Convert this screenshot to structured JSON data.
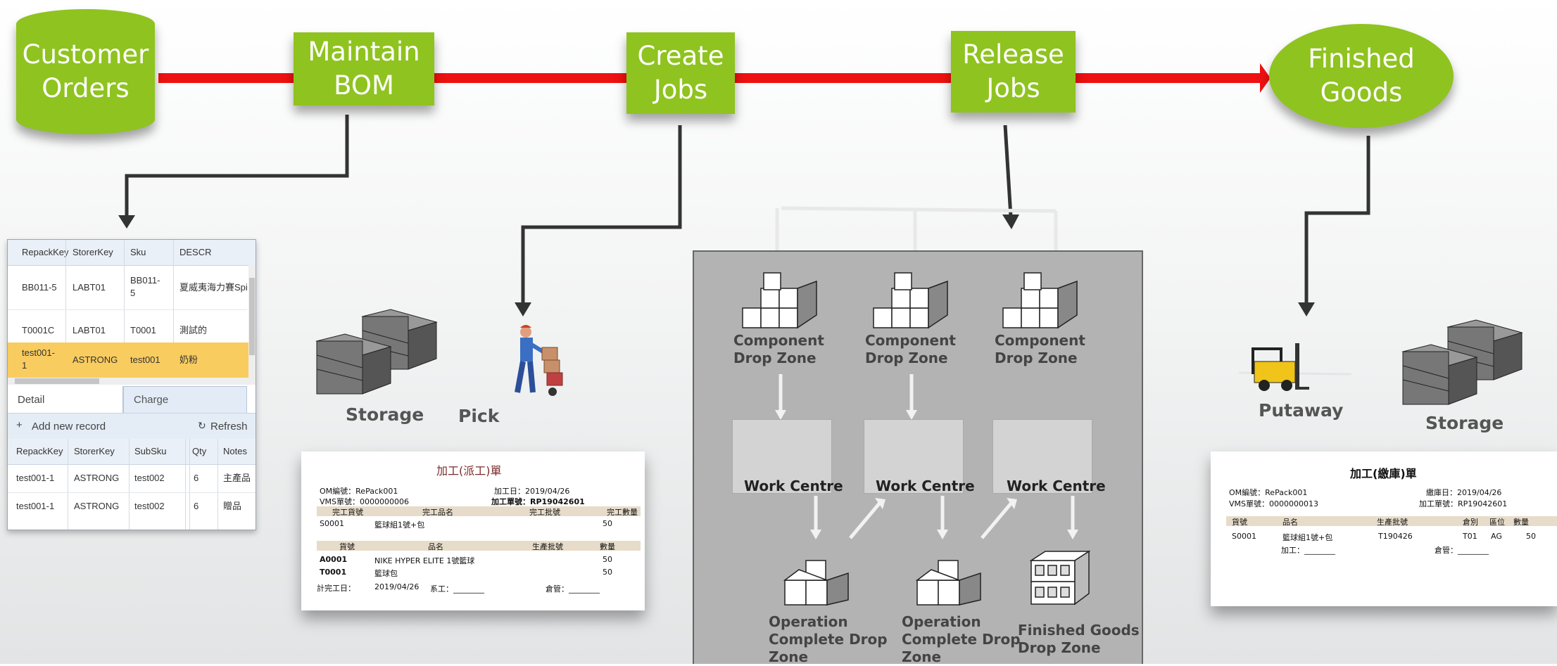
{
  "flow": {
    "customer_orders": "Customer\nOrders",
    "maintain_bom": "Maintain\nBOM",
    "create_jobs": "Create\nJobs",
    "release_jobs": "Release\nJobs",
    "finished_goods": "Finished\nGoods"
  },
  "labels": {
    "storage_left": "Storage",
    "pick": "Pick",
    "putaway": "Putaway",
    "storage_right": "Storage"
  },
  "zones": {
    "component": [
      "Component\nDrop Zone",
      "Component\nDrop Zone",
      "Component\nDrop Zone"
    ],
    "work_centre": [
      "Work Centre",
      "Work Centre",
      "Work Centre"
    ],
    "operation": [
      "Operation\nComplete Drop\nZone",
      "Operation\nComplete Drop\nZone"
    ],
    "finished": "Finished Goods\nDrop Zone"
  },
  "grid": {
    "top_headers": [
      "RepackKey",
      "StorerKey",
      "Sku",
      "DESCR"
    ],
    "top_rows": [
      [
        "BB011-5",
        "LABT01",
        "BB011-\n5",
        "夏威夷海力賽Spi"
      ],
      [
        "T0001C",
        "LABT01",
        "T0001",
        "測試的"
      ],
      [
        "test001-\n1",
        "ASTRONG",
        "test001",
        "奶粉"
      ]
    ],
    "tabs": [
      "Detail",
      "Charge"
    ],
    "add_label": "Add new record",
    "refresh_label": "Refresh",
    "bottom_headers": [
      "RepackKey",
      "StorerKey",
      "SubSku",
      "Qty",
      "Notes"
    ],
    "bottom_rows": [
      [
        "test001-1",
        "ASTRONG",
        "test002",
        "6",
        "主產品"
      ],
      [
        "test001-1",
        "ASTRONG",
        "test002",
        "6",
        "贈品"
      ]
    ]
  },
  "form_left": {
    "title": "加工(派工)單",
    "bom_no_label": "OM編號：",
    "bom_no": "RePack001",
    "wms_no_label": "VMS單號：",
    "wms_no": "0000000006",
    "date_label": "加工日：",
    "date": "2019/04/26",
    "job_no_label": "加工單號：",
    "job_no": "RP19042601",
    "h1": [
      "完工貨號",
      "完工品名",
      "完工批號",
      "完工數量"
    ],
    "r1": [
      "S0001",
      "籃球組1號+包",
      "",
      "50"
    ],
    "h2": [
      "貨號",
      "品名",
      "生產批號",
      "數量"
    ],
    "r2": [
      [
        "A0001",
        "NIKE HYPER ELITE 1號籃球",
        "",
        "50"
      ],
      [
        "T0001",
        "籃球包",
        "",
        "50"
      ]
    ],
    "plan_label": "計完工日：",
    "plan_date": "2019/04/26",
    "worker": "系工：________",
    "keeper": "倉管：________"
  },
  "form_right": {
    "title": "加工(繳庫)單",
    "bom_no_label": "OM編號：",
    "bom_no": "RePack001",
    "wms_no_label": "VMS單號：",
    "wms_no": "0000000013",
    "date_label": "繳庫日：",
    "date": "2019/04/26",
    "job_no_label": "加工單號：",
    "job_no": "RP19042601",
    "h1": [
      "貨號",
      "品名",
      "生產批號",
      "倉別",
      "區位",
      "數量"
    ],
    "r1": [
      "S0001",
      "籃球組1號+包",
      "T190426",
      "T01",
      "AG",
      "50"
    ],
    "worker": "加工：________",
    "keeper": "倉管：________"
  },
  "colors": {
    "node": "#8fc31f",
    "main_arrow": "#ee1111",
    "connector": "#333333",
    "zone_bg": "#b3b3b3"
  }
}
